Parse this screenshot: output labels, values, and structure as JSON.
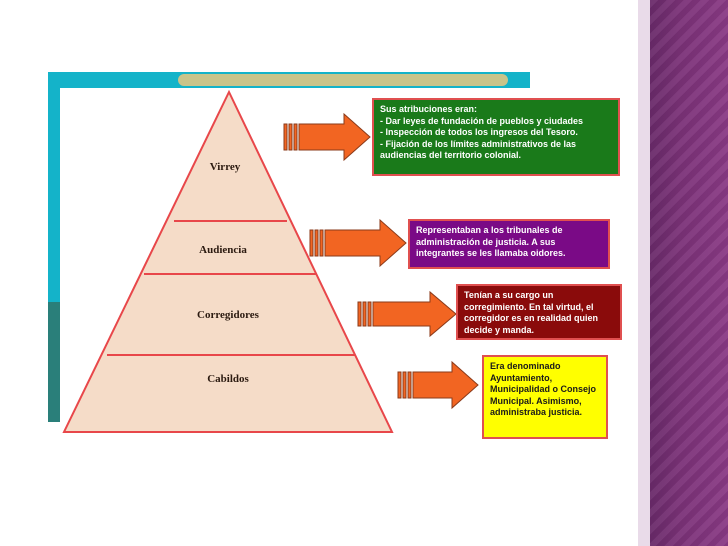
{
  "pyramid": {
    "levels": [
      "Virrey",
      "Audiencia",
      "Corregidores",
      "Cabildos"
    ],
    "fill": "#f5dcc8",
    "stroke": "#e8474a"
  },
  "boxes": {
    "virrey": "Sus atribuciones eran:\n- Dar leyes de fundación de pueblos y ciudades\n- Inspección de todos los ingresos del Tesoro.\n- Fijación de los límites administrativos de las audiencias del territorio colonial.",
    "audiencia": "Representaban a los tribunales de administración de justicia. A sus integrantes se les llamaba oidores.",
    "corregidores": "Tenían a su cargo un corregimiento. En tal virtud, el corregidor es en realidad quien decide y manda.",
    "cabildos": "Era denominado Ayuntamiento, Municipalidad o Consejo Municipal. Asimismo, administraba justicia."
  },
  "colors": {
    "arrow": "#f26522",
    "arrow_outline": "#8a3a1a",
    "box_green": "#1a7a1a",
    "box_purple": "#7a0a86",
    "box_maroon": "#8a0b0b",
    "box_yellow": "#ffff00",
    "map_water": "#14b3c9",
    "side_band": "#7b3278"
  }
}
